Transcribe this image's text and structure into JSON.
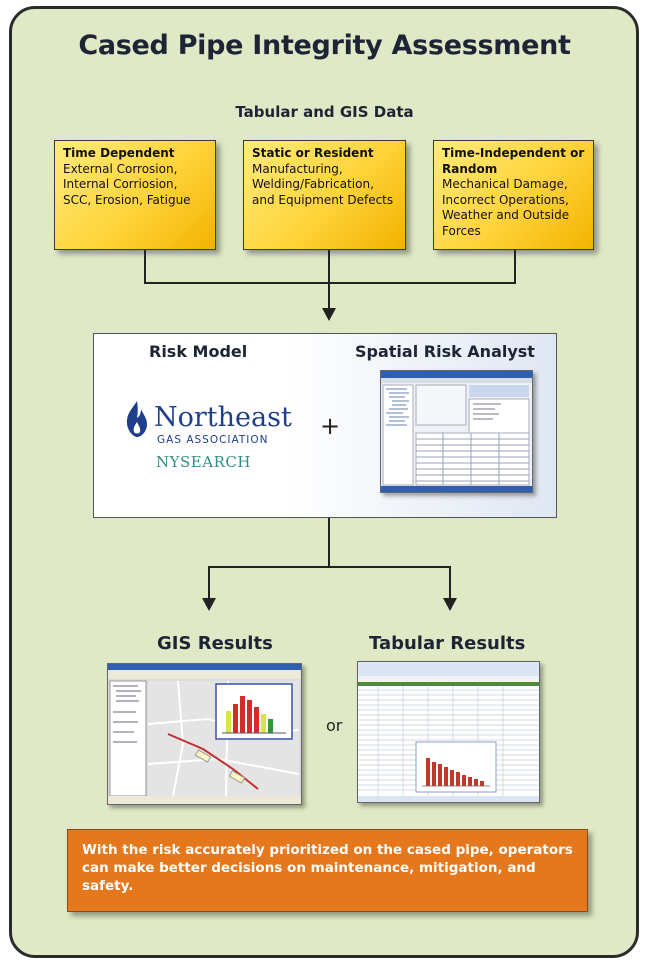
{
  "title": "Cased Pipe Integrity Assessment",
  "data_heading": "Tabular and GIS Data",
  "threat_cards": [
    {
      "heading": "Time Dependent",
      "body": "External Corrosion, Internal Corriosion, SCC, Erosion, Fatigue"
    },
    {
      "heading": "Static or Resident",
      "body": "Manufacturing, Welding/Fabrication, and Equipment Defects"
    },
    {
      "heading": "Time-Independent or Random",
      "body": "Mechanical Damage, Incorrect Operations, Weather and Outside Forces"
    }
  ],
  "risk_model_label": "Risk Model",
  "spatial_analyst_label": "Spatial Risk Analyst",
  "plus_sign": "+",
  "logo": {
    "word": "Northeast",
    "sub": "GAS ASSOCIATION",
    "program": "NYSEARCH"
  },
  "gis_results_label": "GIS Results",
  "tabular_results_label": "Tabular Results",
  "or_label": "or",
  "conclusion": "With the risk accurately prioritized on the cased pipe, operators can make better decisions on maintenance, mitigation, and safety.",
  "colors": {
    "panel": "#dfe9c6",
    "card": "#ffd33a",
    "banner": "#e5771d",
    "title": "#1e2436"
  },
  "icons": [
    "flame-icon",
    "software-screenshot",
    "gis-map-screenshot",
    "spreadsheet-screenshot"
  ]
}
